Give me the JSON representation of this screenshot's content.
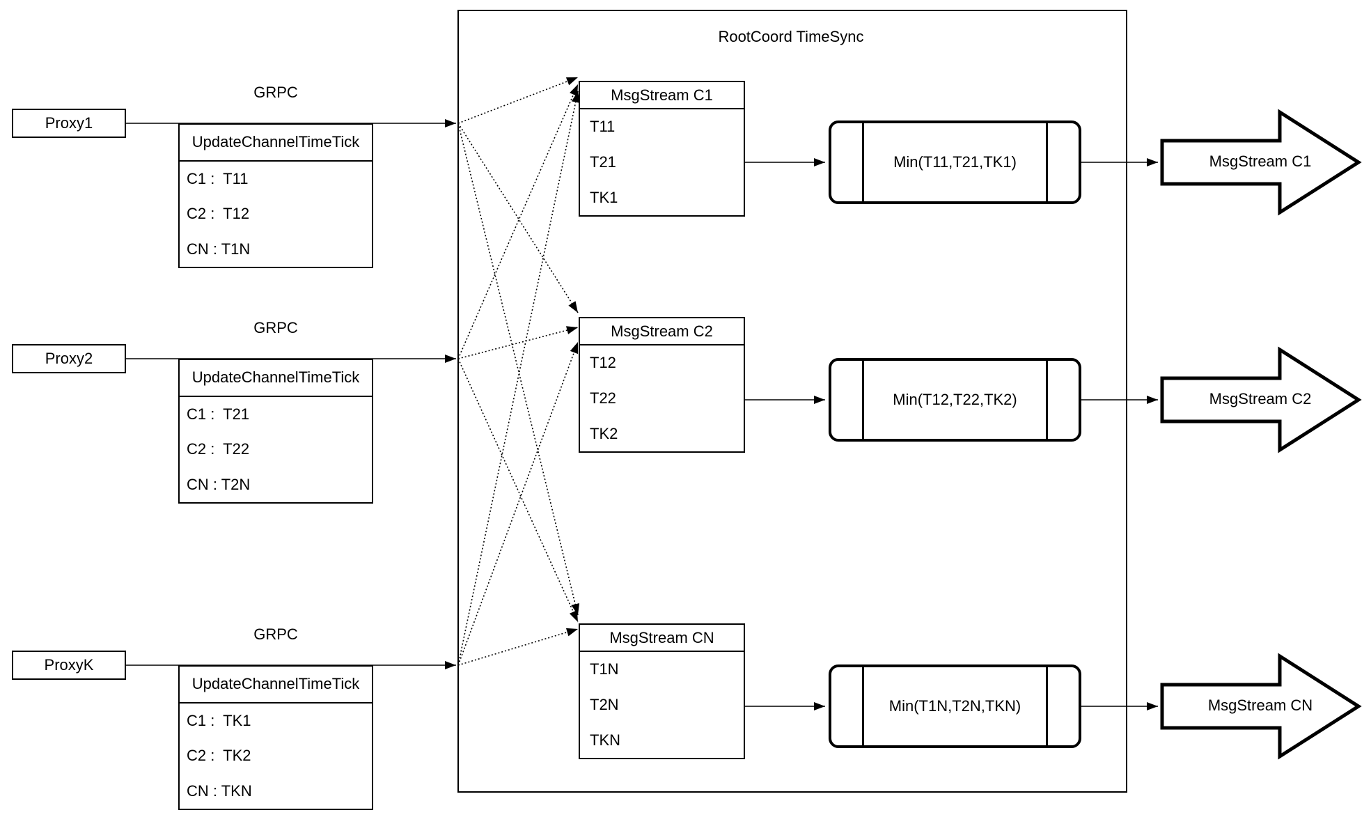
{
  "title": "RootCoord TimeSync",
  "colors": {
    "stroke": "#000000",
    "background": "#ffffff"
  },
  "rows": [
    {
      "proxy": "Proxy1",
      "grpc": "GRPC",
      "request": {
        "header": "UpdateChannelTimeTick",
        "entries": [
          "C1 :  T11",
          "C2 :  T12",
          "CN : T1N"
        ]
      },
      "stream": {
        "header": "MsgStream C1",
        "entries": [
          "T11",
          "T21",
          "TK1"
        ]
      },
      "min": "Min(T11,T21,TK1)",
      "output": "MsgStream C1"
    },
    {
      "proxy": "Proxy2",
      "grpc": "GRPC",
      "request": {
        "header": "UpdateChannelTimeTick",
        "entries": [
          "C1 :  T21",
          "C2 :  T22",
          "CN : T2N"
        ]
      },
      "stream": {
        "header": "MsgStream C2",
        "entries": [
          "T12",
          "T22",
          "TK2"
        ]
      },
      "min": "Min(T12,T22,TK2)",
      "output": "MsgStream C2"
    },
    {
      "proxy": "ProxyK",
      "grpc": "GRPC",
      "request": {
        "header": "UpdateChannelTimeTick",
        "entries": [
          "C1 :  TK1",
          "C2 :  TK2",
          "CN : TKN"
        ]
      },
      "stream": {
        "header": "MsgStream CN",
        "entries": [
          "T1N",
          "T2N",
          "TKN"
        ]
      },
      "min": "Min(T1N,T2N,TKN)",
      "output": "MsgStream CN"
    }
  ]
}
